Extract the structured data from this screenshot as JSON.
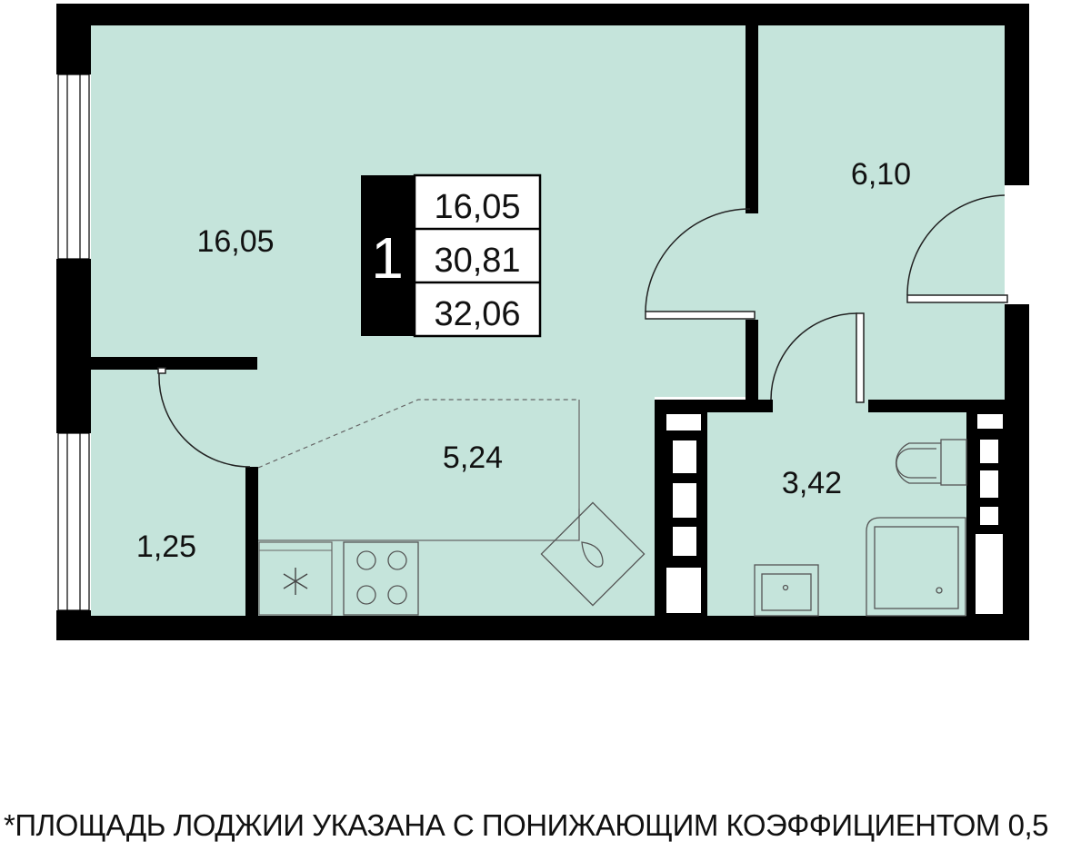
{
  "colors": {
    "floor": "#c5e4db",
    "wall": "#000000",
    "line": "#555555",
    "background": "#ffffff"
  },
  "summary": {
    "rooms": "1",
    "living_area": "16,05",
    "total_without_loggia": "30,81",
    "total_area": "32,06"
  },
  "rooms": {
    "living_room": "16,05",
    "hallway": "6,10",
    "kitchen": "5,24",
    "bathroom": "3,42",
    "loggia": "1,25"
  },
  "icons": [
    "refrigerator-snowflake-icon",
    "stove-burners-icon",
    "sink-drop-icon",
    "toilet-icon",
    "shower-icon",
    "washbasin-icon"
  ],
  "footnote": "*ПЛОЩАДЬ ЛОДЖИИ УКАЗАНА С ПОНИЖАЮЩИМ КОЭФФИЦИЕНТОМ 0,5"
}
